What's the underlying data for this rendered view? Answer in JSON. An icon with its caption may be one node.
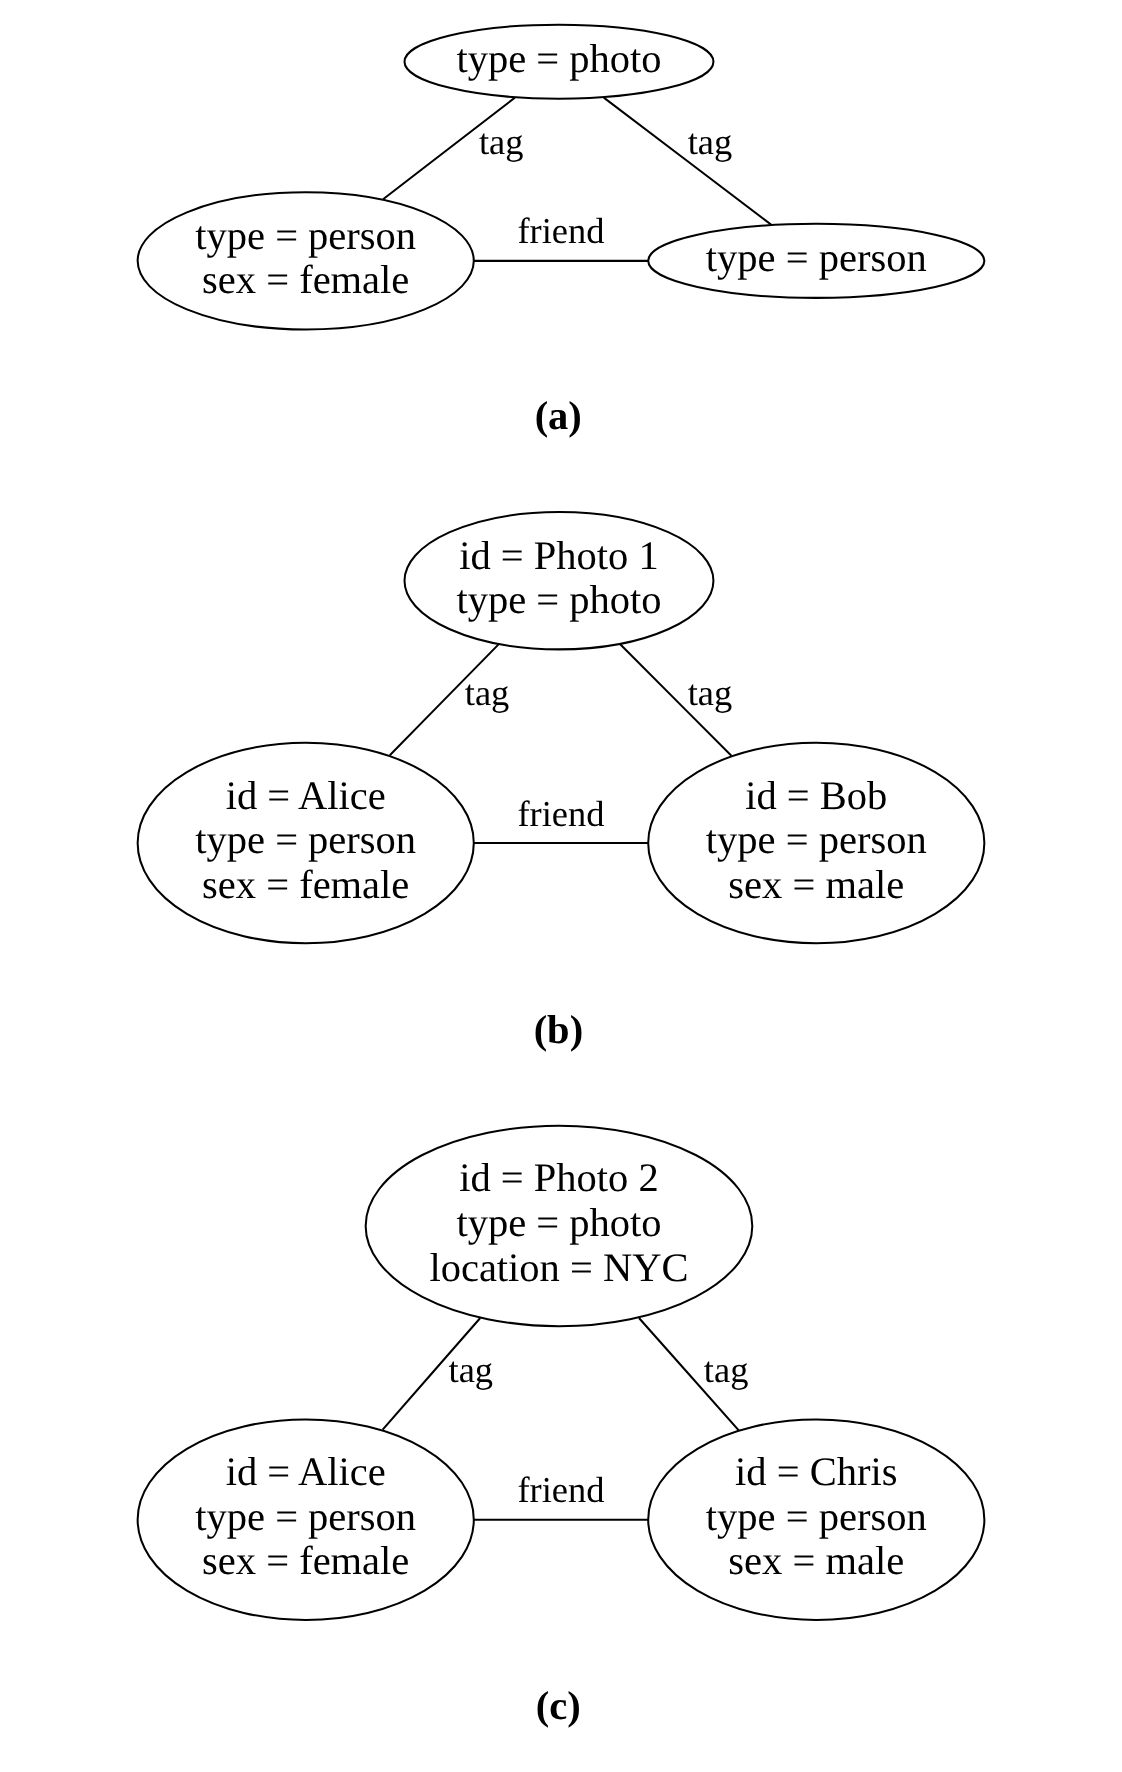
{
  "diagram": {
    "nodes": [
      {
        "text": [
          "type = photo"
        ]
      },
      {
        "text": [
          "type = person",
          "sex = female"
        ]
      },
      {
        "text": [
          "type = person"
        ]
      },
      {
        "text": [
          "id = Photo 1",
          "type = photo"
        ]
      },
      {
        "text": [
          "id = Alice",
          "type = person",
          "sex = female"
        ]
      },
      {
        "text": [
          "id = Bob",
          "type = person",
          "sex = male"
        ]
      },
      {
        "text": [
          "id = Photo 2",
          "type = photo",
          "location = NYC"
        ]
      },
      {
        "text": [
          "id = Alice",
          "type = person",
          "sex = female"
        ]
      },
      {
        "text": [
          "id = Chris",
          "type = person",
          "sex = male"
        ]
      }
    ],
    "edges": [
      {
        "from": 0,
        "to": 1,
        "arrow": "none",
        "label": "tag"
      },
      {
        "from": 0,
        "to": 2,
        "arrow": "none",
        "label": "tag"
      },
      {
        "from": 1,
        "to": 2,
        "arrow": "none",
        "label": "friend"
      },
      {
        "from": 3,
        "to": 4,
        "arrow": "none",
        "label": "tag"
      },
      {
        "from": 3,
        "to": 5,
        "arrow": "none",
        "label": "tag"
      },
      {
        "from": 4,
        "to": 5,
        "arrow": "none",
        "label": "friend"
      },
      {
        "from": 6,
        "to": 7,
        "arrow": "none",
        "label": "tag"
      },
      {
        "from": 6,
        "to": 8,
        "arrow": "none",
        "label": "tag"
      },
      {
        "from": 7,
        "to": 8,
        "arrow": "none",
        "label": "friend"
      }
    ],
    "labels": [
      "(a)",
      "(b)",
      "(c)"
    ]
  }
}
